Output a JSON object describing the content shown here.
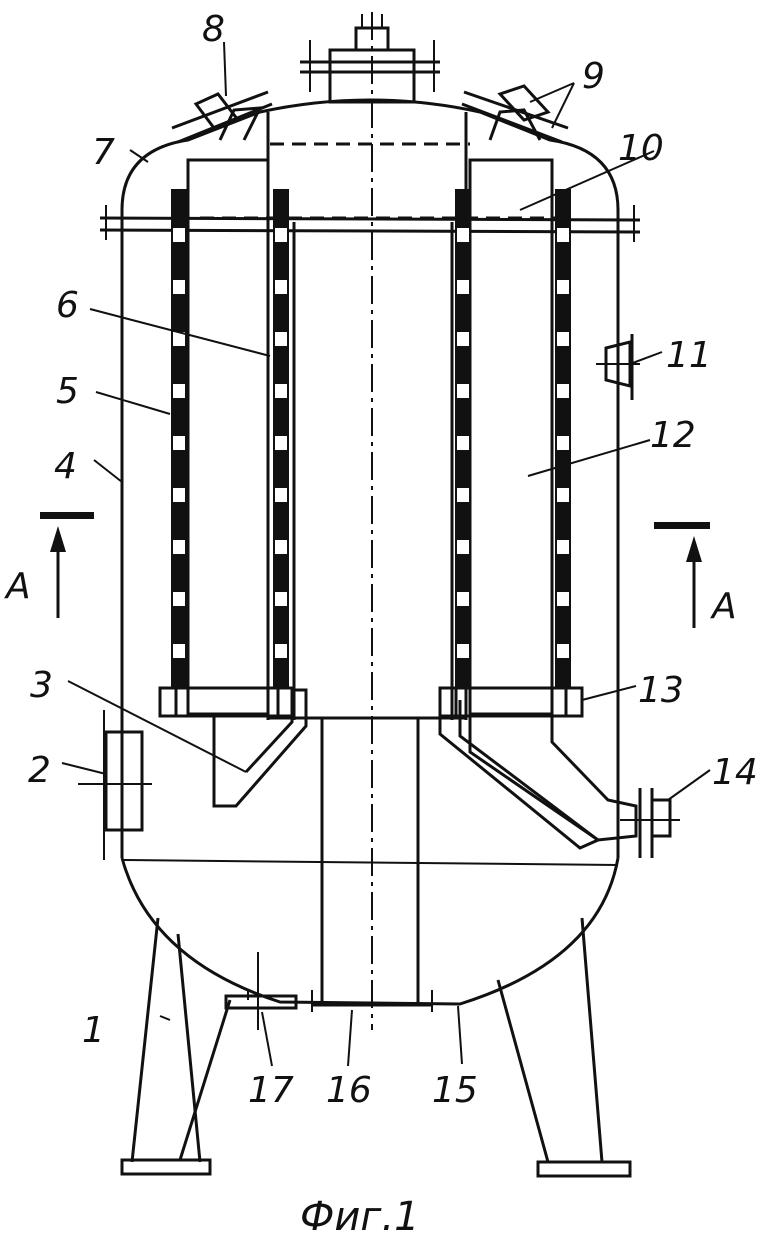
{
  "figure": {
    "caption": "Фиг.1",
    "section_letter_left": "A",
    "section_letter_right": "A"
  },
  "labels": [
    {
      "id": "1",
      "text": "1"
    },
    {
      "id": "2",
      "text": "2"
    },
    {
      "id": "3",
      "text": "3"
    },
    {
      "id": "4",
      "text": "4"
    },
    {
      "id": "5",
      "text": "5"
    },
    {
      "id": "6",
      "text": "6"
    },
    {
      "id": "7",
      "text": "7"
    },
    {
      "id": "8",
      "text": "8"
    },
    {
      "id": "9",
      "text": "9"
    },
    {
      "id": "10",
      "text": "10"
    },
    {
      "id": "11",
      "text": "11"
    },
    {
      "id": "12",
      "text": "12"
    },
    {
      "id": "13",
      "text": "13"
    },
    {
      "id": "14",
      "text": "14"
    },
    {
      "id": "15",
      "text": "15"
    },
    {
      "id": "16",
      "text": "16"
    },
    {
      "id": "17",
      "text": "17"
    }
  ]
}
